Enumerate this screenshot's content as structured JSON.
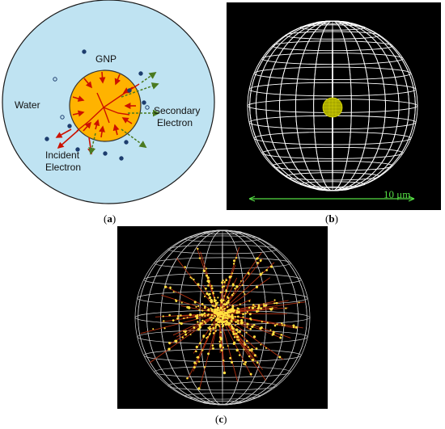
{
  "figure": {
    "panel_a": {
      "caption_letter": "a",
      "labels": {
        "gnp": "GNP",
        "water": "Water",
        "secondary_line1": "Secondary",
        "secondary_line2": "Electron",
        "incident_line1": "Incident",
        "incident_line2": "Electron"
      },
      "colors": {
        "water": "#bfe3f2",
        "gnp": "#f7a800",
        "gnp_fill": "#ffb300",
        "arrow": "#cc1100",
        "secondary_arrow": "#4a7a20"
      }
    },
    "panel_b": {
      "caption_letter": "b",
      "scale_label": "10 μm",
      "colors": {
        "background": "#000000",
        "sphere": "#ffffff",
        "core": "#c8c800",
        "scale_bar": "#55dd44"
      }
    },
    "panel_c": {
      "caption_letter": "c",
      "colors": {
        "background": "#000000",
        "sphere": "#cfcfcf",
        "tracks": "#b03010",
        "hits": "#ffe040"
      }
    }
  }
}
